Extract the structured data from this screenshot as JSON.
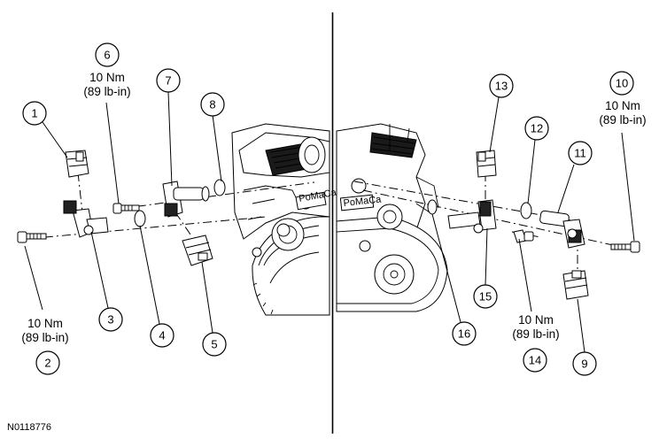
{
  "figure_id": "N0118776",
  "callouts": {
    "c1": "1",
    "c2": "2",
    "c3": "3",
    "c4": "4",
    "c5": "5",
    "c6": "6",
    "c7": "7",
    "c8": "8",
    "c9": "9",
    "c10": "10",
    "c11": "11",
    "c12": "12",
    "c13": "13",
    "c14": "14",
    "c15": "15",
    "c16": "16"
  },
  "torque_specs": {
    "c6": {
      "nm": "10 Nm",
      "lbin": "(89 lb-in)"
    },
    "c2": {
      "nm": "10 Nm",
      "lbin": "(89 lb-in)"
    },
    "c10": {
      "nm": "10 Nm",
      "lbin": "(89 lb-in)"
    },
    "c14": {
      "nm": "10 Nm",
      "lbin": "(89 lb-in)"
    }
  },
  "engine_labels": {
    "left_block": "PoMaCa",
    "right_block": "PoMaCa"
  }
}
